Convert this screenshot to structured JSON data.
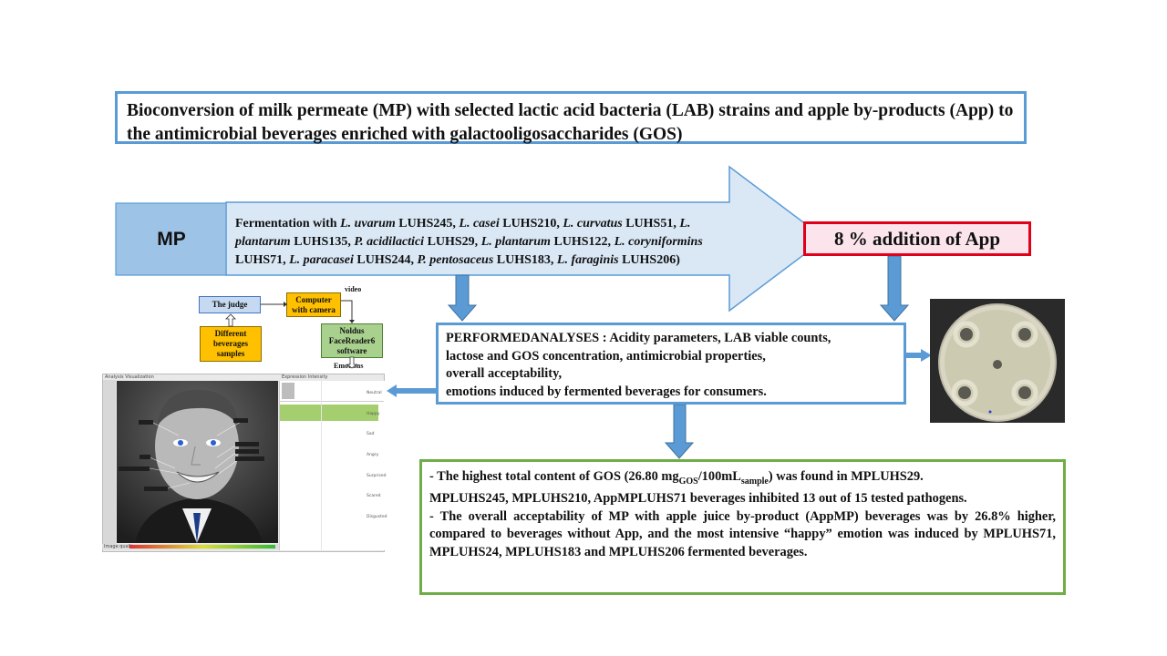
{
  "title": "Bioconversion of milk permeate (MP) with selected lactic acid bacteria (LAB) strains and apple by-products (App) to the antimicrobial beverages enriched with galactooligosaccharides (GOS)",
  "mp_label": "MP",
  "fermentation": {
    "parts": [
      {
        "t": "Fermentation with ",
        "i": false
      },
      {
        "t": "L. uvarum",
        "i": true
      },
      {
        "t": " LUHS245, ",
        "i": false
      },
      {
        "t": "L. casei",
        "i": true
      },
      {
        "t": " LUHS210, ",
        "i": false
      },
      {
        "t": "L. curvatus",
        "i": true
      },
      {
        "t": " LUHS51, ",
        "i": false
      },
      {
        "t": "L. plantarum",
        "i": true
      },
      {
        "t": " LUHS135, ",
        "i": false
      },
      {
        "t": "P. acidilactici",
        "i": true
      },
      {
        "t": " LUHS29, ",
        "i": false
      },
      {
        "t": "L. plantarum",
        "i": true
      },
      {
        "t": " LUHS122, ",
        "i": false
      },
      {
        "t": "L. coryniformins",
        "i": true
      },
      {
        "t": " LUHS71, ",
        "i": false
      },
      {
        "t": "L. paracasei",
        "i": true
      },
      {
        "t": " LUHS244, ",
        "i": false
      },
      {
        "t": "P. pentosaceus",
        "i": true
      },
      {
        "t": " LUHS183, ",
        "i": false
      },
      {
        "t": "L. faraginis",
        "i": true
      },
      {
        "t": " LUHS206)",
        "i": false
      }
    ]
  },
  "app_addition": "8 % addition of App",
  "analyses": {
    "lines": [
      "PERFORMEDANALYSES : Acidity parameters, LAB viable counts,",
      "lactose and GOS concentration, antimicrobial properties,",
      "overall acceptability,",
      "emotions induced by fermented beverages for consumers."
    ]
  },
  "results": {
    "gos_prefix": "- The highest total content of GOS (26.80 mg",
    "gos_sub1": "GOS",
    "gos_mid": "/100mL",
    "gos_sub2": "sample",
    "gos_suffix": ") was found in MPLUHS29.",
    "line2": "MPLUHS245, MPLUHS210, AppMPLUHS71 beverages inhibited 13 out of 15 tested pathogens.",
    "line3": "- The overall acceptability of MP with apple juice by-product (AppMP) beverages was by 26.8% higher, compared to beverages without App, and the most intensive “happy” emotion was induced by MPLUHS71, MPLUHS24, MPLUHS183 and MPLUHS206 fermented beverages."
  },
  "flowchart": {
    "judge": "The judge",
    "computer": "Computer with camera",
    "video": "video",
    "beverages": "Different beverages samples",
    "noldus": "Noldus FaceReader6 software",
    "emotions": "Emotions"
  },
  "facereader": {
    "panel_title": "Analysis Visualization",
    "intensity_title": "Expression Intensity",
    "quality": "Image quality",
    "emotions": [
      "Neutral",
      "Happy",
      "Sad",
      "Angry",
      "Surprised",
      "Scared",
      "Disgusted"
    ],
    "happy_level": 0.95,
    "neutral_level": 0.12
  },
  "colors": {
    "blue_border": "#5b9bd5",
    "arrow_fill": "#dae8f6",
    "mp_fill": "#9dc3e6",
    "red_border": "#e0001a",
    "green_border": "#70ad47"
  }
}
